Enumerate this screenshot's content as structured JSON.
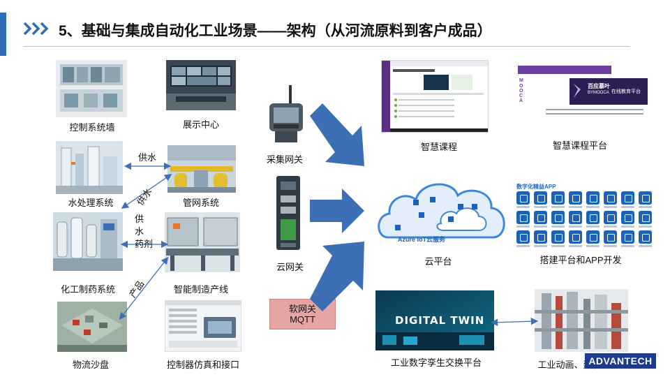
{
  "title": "5、基础与集成自动化工业场景——架构（从河流原料到客户成品）",
  "left_panel": {
    "control_wall": "控制系统墙",
    "display_center": "展示中心",
    "water_treatment": "水处理系统",
    "pipe_network": "管网系统",
    "chem_pharma": "化工制药系统",
    "smart_line": "智能制造产线",
    "logistics": "物流沙盘",
    "controller_sim": "控制器仿真和接口"
  },
  "flow_labels": {
    "supply_water_horizontal": "供水",
    "supply_water_diagonal": "供水",
    "supply_water_reagent": [
      "供",
      "水",
      "药剂"
    ],
    "product": "产品"
  },
  "gateways": {
    "collection": "采集网关",
    "cloud": "云网关",
    "soft_line1": "软网关",
    "soft_line2": "MQTT"
  },
  "right_panel": {
    "smart_course": "智慧课程",
    "smart_course_platform": "智慧课程平台",
    "cloud_platform": "云平台",
    "build_platform": "搭建平台和APP开发",
    "digital_twin_platform": "工业数字孪生交换平台",
    "industrial_animation": "工业动画、建模"
  },
  "inner_text": {
    "digital_twin": "DIGITAL TWIN",
    "azure_iot": "Azure IoT云服务",
    "app_title": "数字化精益APP",
    "mooc_brand": "百应慕叶",
    "mooc_brand_en": "BYMOOCA",
    "mooc_slogan": "在线教育平台",
    "mooc_letters": [
      "M",
      "O",
      "O",
      "C",
      "A"
    ],
    "logo": "ADVANTECH"
  },
  "colors": {
    "accent": "#2f6db5",
    "arrow_fill": "#3c6fb4",
    "soft_gateway_bg": "#e6a5a5"
  }
}
